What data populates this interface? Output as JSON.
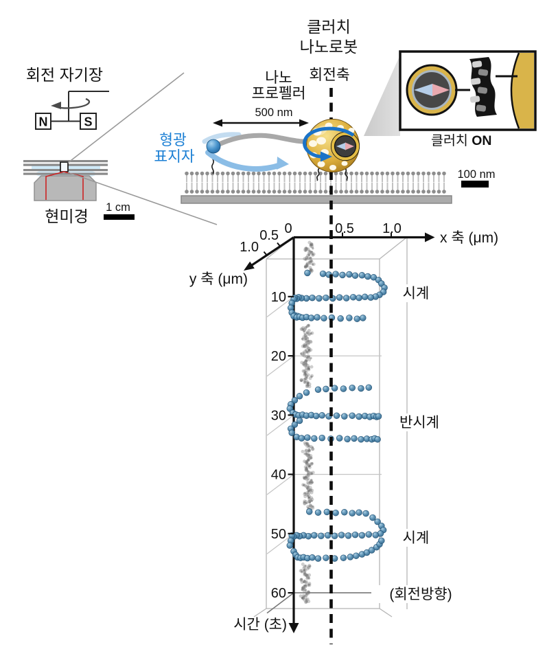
{
  "colors": {
    "accent_blue": "#1b7fd4",
    "sphere_blue": "#4a86ad",
    "robot_gold": "#d9b44a",
    "beam_red": "#cc2222",
    "idle_gray": "#7d7d7d"
  },
  "left_panel": {
    "title": "회전 자기장",
    "magnet_north": "N",
    "magnet_south": "S",
    "microscope_label": "현미경",
    "scale_bar_label": "1 cm"
  },
  "illustration": {
    "robot_label_line1": "클러치",
    "robot_label_line2": "나노로봇",
    "rotation_axis_label": "회전축",
    "propeller_label_line1": "나노",
    "propeller_label_line2": "프로펠러",
    "propeller_length_label": "500 nm",
    "marker_label_line1": "형광",
    "marker_label_line2": "표지자",
    "membrane_scale_label": "100 nm",
    "inset_caption_text": "클러치 ",
    "inset_caption_state": "ON"
  },
  "plot": {
    "x_axis_label": "x 축 (μm)",
    "x_ticks": [
      "0",
      "0.5",
      "1.0"
    ],
    "y_axis_label": "y 축 (μm)",
    "y_ticks": [
      "0.5",
      "1.0"
    ],
    "time_axis_label": "시간 (초)",
    "time_ticks": [
      "10",
      "20",
      "30",
      "40",
      "50",
      "60"
    ],
    "annotation_cw1": "시계",
    "annotation_ccw": "반시계",
    "annotation_cw2": "시계",
    "annotation_direction": "(회전방향)"
  },
  "chart_data": {
    "type": "scatter",
    "title": "클러치 나노로봇 형광 표지자 궤적",
    "xlabel": "x 축 (μm)",
    "ylabel": "y 축 (μm)",
    "time_label": "시간 (초)",
    "x_range": [
      0,
      1.0
    ],
    "y_range": [
      0,
      1.0
    ],
    "time_range": [
      0,
      62
    ],
    "dashed_axis_x": 0.38,
    "rotation_phases": [
      {
        "label": "시계",
        "direction": "clockwise",
        "t_start": 6,
        "t_end": 14,
        "points": [
          [
            0.14,
            6.0
          ],
          [
            0.3,
            6.15
          ],
          [
            0.36,
            6.3
          ],
          [
            0.43,
            6.2
          ],
          [
            0.5,
            6.35
          ],
          [
            0.57,
            6.25
          ],
          [
            0.63,
            6.45
          ],
          [
            0.7,
            6.4
          ],
          [
            0.76,
            6.6
          ],
          [
            0.82,
            6.75
          ],
          [
            0.87,
            7.2
          ],
          [
            0.9,
            7.8
          ],
          [
            0.93,
            8.5
          ],
          [
            0.92,
            9.2
          ],
          [
            0.88,
            9.7
          ],
          [
            0.84,
            10.0
          ],
          [
            0.79,
            10.15
          ],
          [
            0.73,
            10.05
          ],
          [
            0.67,
            10.2
          ],
          [
            0.61,
            10.1
          ],
          [
            0.54,
            10.25
          ],
          [
            0.47,
            10.15
          ],
          [
            0.4,
            10.3
          ],
          [
            0.33,
            10.2
          ],
          [
            0.26,
            10.3
          ],
          [
            0.19,
            10.2
          ],
          [
            0.13,
            10.3
          ],
          [
            0.08,
            10.25
          ],
          [
            0.05,
            10.1
          ],
          [
            0.03,
            10.35
          ],
          [
            0.01,
            10.2
          ],
          [
            0.0,
            10.45
          ],
          [
            -0.02,
            11.1
          ],
          [
            -0.03,
            11.9
          ],
          [
            -0.02,
            12.7
          ],
          [
            0.01,
            13.15
          ],
          [
            0.0,
            13.3
          ],
          [
            0.04,
            13.3
          ],
          [
            0.03,
            13.5
          ],
          [
            0.06,
            13.4
          ],
          [
            0.09,
            13.55
          ],
          [
            0.13,
            13.45
          ],
          [
            0.18,
            13.6
          ],
          [
            0.24,
            13.5
          ],
          [
            0.31,
            13.65
          ],
          [
            0.39,
            13.55
          ],
          [
            0.48,
            13.7
          ],
          [
            0.57,
            13.6
          ],
          [
            0.65,
            13.75
          ],
          [
            0.71,
            13.6
          ]
        ]
      },
      {
        "label": "반시계",
        "direction": "counterclockwise",
        "t_start": 25,
        "t_end": 34,
        "points": [
          [
            0.77,
            25.35
          ],
          [
            0.69,
            25.5
          ],
          [
            0.6,
            25.4
          ],
          [
            0.51,
            25.55
          ],
          [
            0.42,
            25.45
          ],
          [
            0.33,
            25.6
          ],
          [
            0.25,
            25.7
          ],
          [
            0.13,
            26.2
          ],
          [
            0.06,
            26.8
          ],
          [
            0.01,
            27.5
          ],
          [
            -0.03,
            28.2
          ],
          [
            -0.04,
            28.9
          ],
          [
            -0.01,
            29.6
          ],
          [
            0.02,
            29.9
          ],
          [
            0.05,
            30.05
          ],
          [
            0.09,
            29.95
          ],
          [
            0.13,
            30.1
          ],
          [
            0.18,
            30.0
          ],
          [
            0.23,
            30.15
          ],
          [
            0.29,
            30.05
          ],
          [
            0.36,
            30.2
          ],
          [
            0.44,
            30.1
          ],
          [
            0.52,
            30.2
          ],
          [
            0.6,
            30.1
          ],
          [
            0.67,
            30.25
          ],
          [
            0.73,
            30.15
          ],
          [
            0.78,
            30.3
          ],
          [
            0.82,
            30.15
          ],
          [
            0.85,
            30.3
          ],
          [
            0.87,
            30.2
          ],
          [
            0.06,
            30.95
          ],
          [
            0.01,
            31.6
          ],
          [
            -0.03,
            32.3
          ],
          [
            -0.02,
            33.0
          ],
          [
            0.03,
            33.7
          ],
          [
            0.08,
            33.9
          ],
          [
            0.14,
            33.8
          ],
          [
            0.21,
            33.95
          ],
          [
            0.29,
            33.85
          ],
          [
            0.38,
            34.0
          ],
          [
            0.47,
            33.9
          ],
          [
            0.55,
            34.05
          ],
          [
            0.62,
            33.95
          ],
          [
            0.69,
            34.1
          ],
          [
            0.75,
            34.0
          ],
          [
            0.8,
            34.1
          ],
          [
            0.83,
            33.95
          ],
          [
            0.86,
            34.1
          ]
        ]
      },
      {
        "label": "시계",
        "direction": "clockwise",
        "t_start": 46,
        "t_end": 55,
        "points": [
          [
            0.16,
            46.3
          ],
          [
            0.25,
            46.45
          ],
          [
            0.34,
            46.35
          ],
          [
            0.43,
            46.5
          ],
          [
            0.52,
            46.4
          ],
          [
            0.6,
            46.55
          ],
          [
            0.67,
            46.45
          ],
          [
            0.74,
            46.6
          ],
          [
            0.81,
            47.3
          ],
          [
            0.86,
            48.0
          ],
          [
            0.9,
            48.7
          ],
          [
            0.92,
            49.4
          ],
          [
            0.89,
            50.0
          ],
          [
            0.84,
            50.25
          ],
          [
            0.77,
            50.15
          ],
          [
            0.7,
            50.3
          ],
          [
            0.63,
            50.2
          ],
          [
            0.56,
            50.35
          ],
          [
            0.49,
            50.25
          ],
          [
            0.42,
            50.4
          ],
          [
            0.35,
            50.3
          ],
          [
            0.28,
            50.4
          ],
          [
            0.21,
            50.3
          ],
          [
            0.15,
            50.45
          ],
          [
            0.1,
            50.3
          ],
          [
            0.06,
            50.45
          ],
          [
            0.03,
            50.3
          ],
          [
            0.0,
            50.5
          ],
          [
            -0.02,
            50.35
          ],
          [
            -0.03,
            51.2
          ],
          [
            -0.04,
            52.0
          ],
          [
            0.0,
            53.0
          ],
          [
            0.02,
            53.6
          ],
          [
            0.04,
            54.0
          ],
          [
            0.07,
            54.1
          ],
          [
            0.1,
            54.0
          ],
          [
            0.14,
            54.15
          ],
          [
            0.19,
            54.05
          ],
          [
            0.25,
            54.2
          ],
          [
            0.33,
            54.1
          ],
          [
            0.42,
            54.2
          ],
          [
            0.51,
            54.1
          ],
          [
            0.58,
            53.95
          ],
          [
            0.64,
            53.75
          ],
          [
            0.7,
            53.5
          ],
          [
            0.75,
            53.2
          ],
          [
            0.8,
            52.8
          ],
          [
            0.85,
            52.3
          ],
          [
            0.88,
            51.8
          ],
          [
            0.9,
            51.2
          ]
        ]
      }
    ],
    "idle_segments": [
      {
        "x": 0.16,
        "t_start": 1.0,
        "t_end": 5.8
      },
      {
        "x": 0.13,
        "t_start": 14.9,
        "t_end": 25.2
      },
      {
        "x": 0.15,
        "t_start": 34.7,
        "t_end": 45.9
      },
      {
        "x": 0.12,
        "t_start": 55.3,
        "t_end": 61.6
      }
    ]
  }
}
